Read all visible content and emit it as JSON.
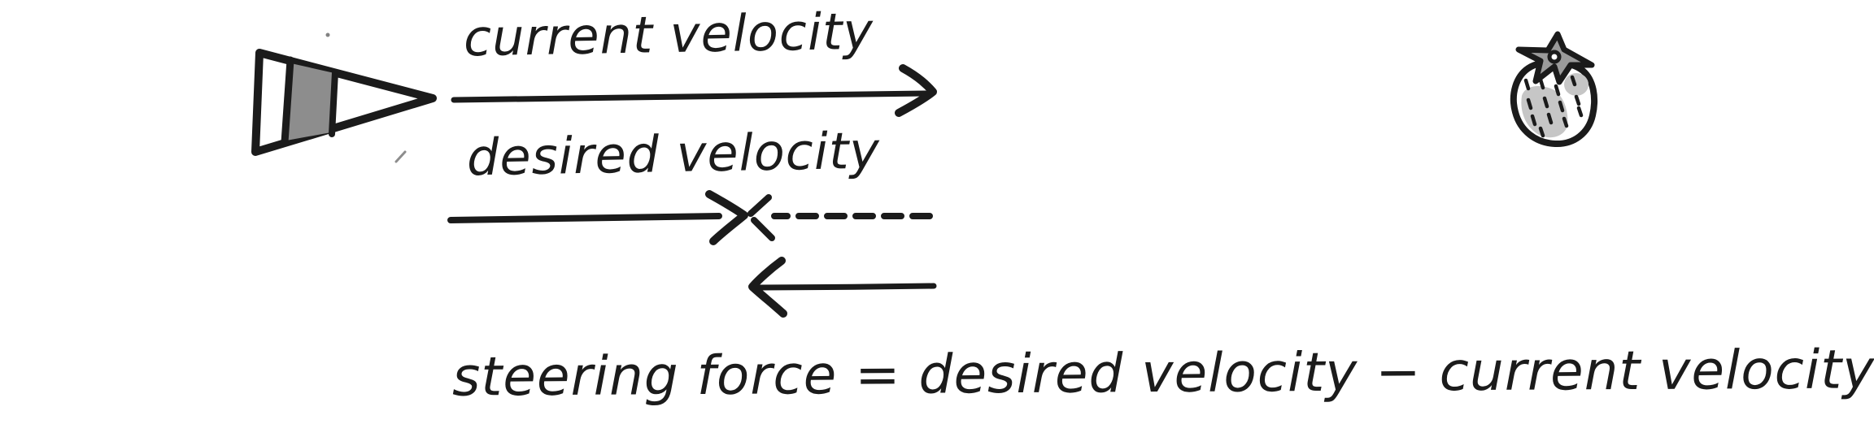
{
  "figure": {
    "description": "Hand-drawn steering-behavior diagram: a vehicle seeks a strawberry target",
    "background": "#ffffff"
  },
  "labels": {
    "current_velocity": "current velocity",
    "desired_velocity": "desired velocity",
    "formula": "steering force = desired velocity − current velocity"
  },
  "arrows": [
    {
      "name": "current-velocity-arrow",
      "direction": "right",
      "style": "solid"
    },
    {
      "name": "desired-velocity-arrow",
      "direction": "right",
      "style": "solid"
    },
    {
      "name": "velocity-difference-arrow",
      "direction": "left",
      "style": "dashed"
    },
    {
      "name": "steering-force-arrow",
      "direction": "left",
      "style": "solid"
    }
  ],
  "icons": {
    "vehicle": "vehicle-triangle-icon",
    "target": "strawberry-icon"
  },
  "colors": {
    "ink": "#1b1b1b",
    "background": "#ffffff",
    "vehicle_stripe_gray": "#8d8d8d",
    "leaf_gray": "#9b9b9b",
    "berry_shade_gray": "#c6c6c6"
  }
}
